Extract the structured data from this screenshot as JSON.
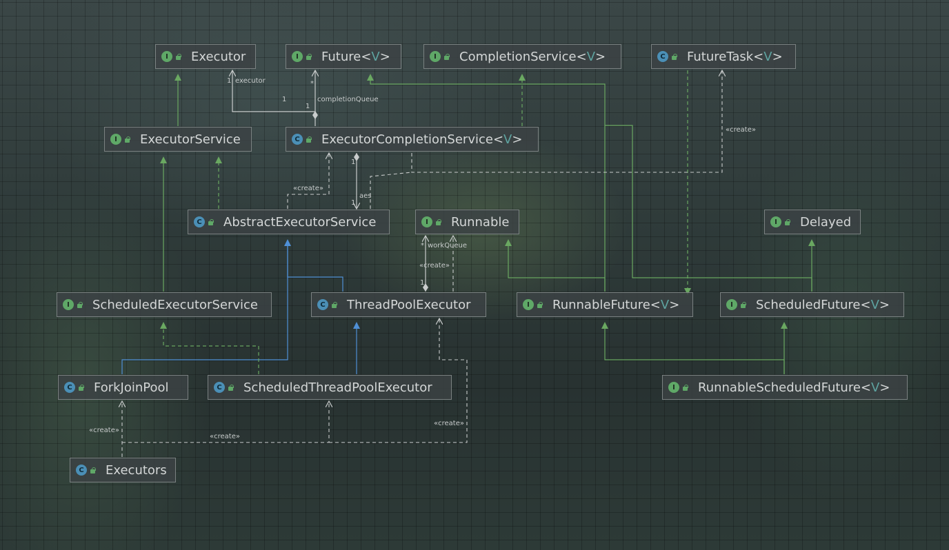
{
  "nodes": [
    {
      "id": "executor",
      "kind": "I",
      "name": "Executor",
      "generic": ""
    },
    {
      "id": "future",
      "kind": "I",
      "name": "Future",
      "generic": "V"
    },
    {
      "id": "completion_service",
      "kind": "I",
      "name": "CompletionService",
      "generic": "V"
    },
    {
      "id": "future_task",
      "kind": "C",
      "name": "FutureTask",
      "generic": "V"
    },
    {
      "id": "executor_service",
      "kind": "I",
      "name": "ExecutorService",
      "generic": ""
    },
    {
      "id": "executor_completion_service",
      "kind": "C",
      "name": "ExecutorCompletionService",
      "generic": "V"
    },
    {
      "id": "abstract_executor_service",
      "kind": "C",
      "name": "AbstractExecutorService",
      "generic": ""
    },
    {
      "id": "runnable",
      "kind": "I",
      "name": "Runnable",
      "generic": ""
    },
    {
      "id": "delayed",
      "kind": "I",
      "name": "Delayed",
      "generic": ""
    },
    {
      "id": "scheduled_executor_service",
      "kind": "I",
      "name": "ScheduledExecutorService",
      "generic": ""
    },
    {
      "id": "thread_pool_executor",
      "kind": "C",
      "name": "ThreadPoolExecutor",
      "generic": ""
    },
    {
      "id": "runnable_future",
      "kind": "I",
      "name": "RunnableFuture",
      "generic": "V"
    },
    {
      "id": "scheduled_future",
      "kind": "I",
      "name": "ScheduledFuture",
      "generic": "V"
    },
    {
      "id": "fork_join_pool",
      "kind": "C",
      "name": "ForkJoinPool",
      "generic": ""
    },
    {
      "id": "scheduled_thread_pool_executor",
      "kind": "C",
      "name": "ScheduledThreadPoolExecutor",
      "generic": ""
    },
    {
      "id": "runnable_scheduled_future",
      "kind": "I",
      "name": "RunnableScheduledFuture",
      "generic": "V"
    },
    {
      "id": "executors",
      "kind": "C",
      "name": "Executors",
      "generic": ""
    }
  ],
  "labels": {
    "executor_role": "executor",
    "executor_mult_a": "1",
    "executor_mult_b": "1",
    "completion_queue_role": "completionQueue",
    "completion_queue_mult_star": "*",
    "completion_queue_mult_one": "1",
    "aes_role": "aes",
    "aes_mult_top": "1",
    "aes_mult_bottom": "1",
    "work_queue_role": "workQueue",
    "work_queue_mult_star": "*",
    "work_queue_mult_one": "1",
    "create": "«create»"
  },
  "colors": {
    "generalization": "#6aa861",
    "realization": "#6aa861",
    "class_inheritance": "#4f90d6",
    "association": "#c9cccc"
  }
}
